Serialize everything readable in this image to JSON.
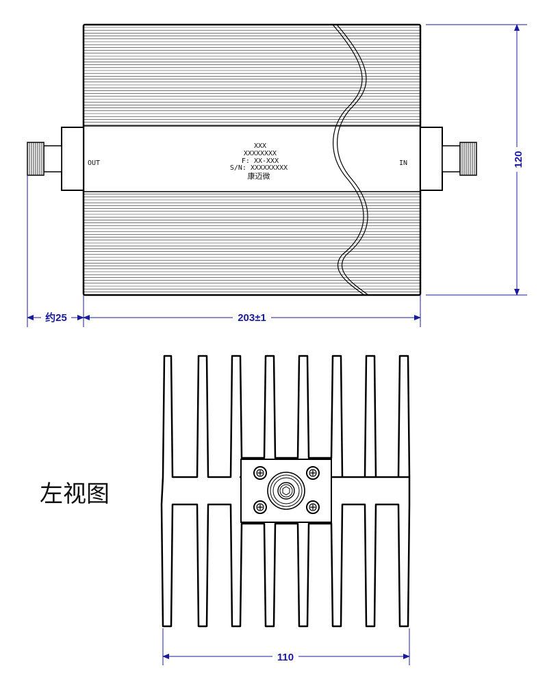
{
  "colors": {
    "line": "#000000",
    "dimension": "#1a1aa0",
    "background": "#ffffff"
  },
  "top_view": {
    "port_left": "OUT",
    "port_right": "IN",
    "label_lines": [
      "XXX",
      "XXXXXXXX",
      "F: XX-XXX",
      "S/N: XXXXXXXXX"
    ],
    "brand": "康迈微"
  },
  "dimensions": {
    "connector_length": "约25",
    "body_length": "203±1",
    "height": "120",
    "width": "110"
  },
  "side_view": {
    "title": "左视图"
  },
  "icons": [
    "n-type-connector-icon",
    "screw-icon"
  ]
}
